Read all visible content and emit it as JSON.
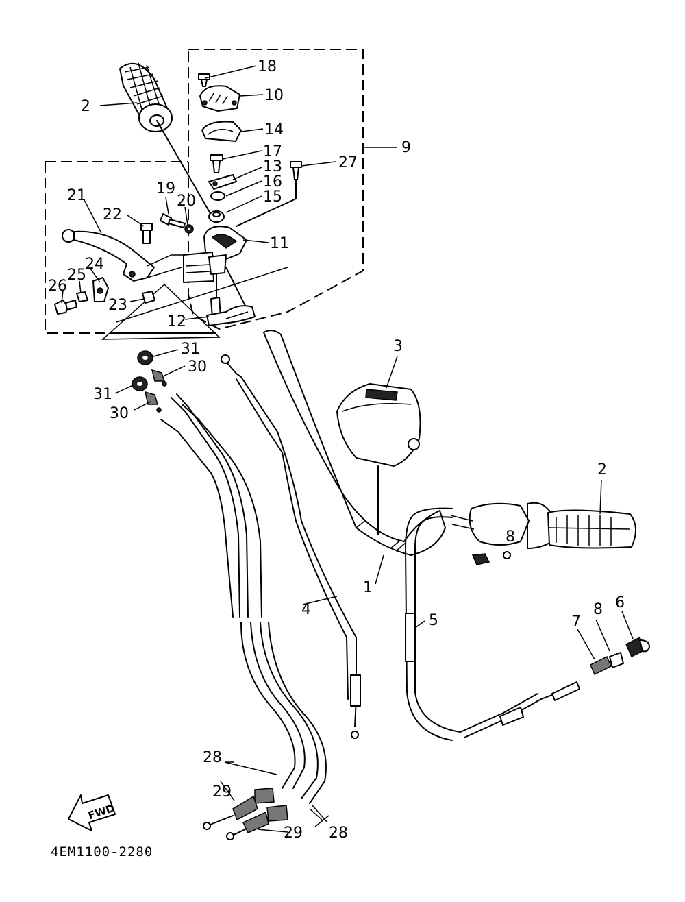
{
  "diagram_code": "4EM1100-2280",
  "fwd_label": "FWD",
  "callouts": {
    "c1": "1",
    "c2a": "2",
    "c2b": "2",
    "c3": "3",
    "c4": "4",
    "c5": "5",
    "c6": "6",
    "c7": "7",
    "c8a": "8",
    "c8b": "8",
    "c9": "9",
    "c10": "10",
    "c11": "11",
    "c12": "12",
    "c13": "13",
    "c14": "14",
    "c15": "15",
    "c16": "16",
    "c17": "17",
    "c18": "18",
    "c19": "19",
    "c20": "20",
    "c21": "21",
    "c22": "22",
    "c23": "23",
    "c24": "24",
    "c25": "25",
    "c26": "26",
    "c27": "27",
    "c28a": "28",
    "c28b": "28",
    "c29a": "29",
    "c29b": "29",
    "c30a": "30",
    "c30b": "30",
    "c31a": "31",
    "c31b": "31"
  }
}
